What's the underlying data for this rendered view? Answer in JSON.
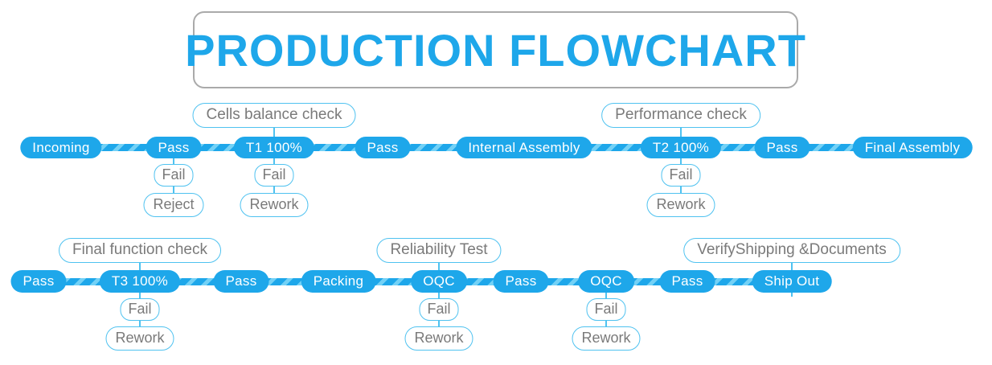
{
  "title": "PRODUCTION FLOWCHART",
  "colors": {
    "node_blue": "#1EA7EA",
    "stripe_blue": "#73D1F6",
    "outline_blue": "#4FC2F0",
    "text_gray": "#7A7A7A",
    "title_border": "#AAAAAA"
  },
  "rows": [
    {
      "nodes": [
        {
          "label": "Incoming"
        },
        {
          "label": "Pass",
          "fail_chain": [
            "Fail",
            "Reject"
          ]
        },
        {
          "label": "T1 100%",
          "annotation": "Cells balance check",
          "fail_chain": [
            "Fail",
            "Rework"
          ]
        },
        {
          "label": "Pass"
        },
        {
          "label": "Internal Assembly"
        },
        {
          "label": "T2 100%",
          "annotation": "Performance check",
          "fail_chain": [
            "Fail",
            "Rework"
          ]
        },
        {
          "label": "Pass"
        },
        {
          "label": "Final Assembly"
        }
      ]
    },
    {
      "nodes": [
        {
          "label": "Pass"
        },
        {
          "label": "T3 100%",
          "annotation": "Final function check",
          "fail_chain": [
            "Fail",
            "Rework"
          ]
        },
        {
          "label": "Pass"
        },
        {
          "label": "Packing"
        },
        {
          "label": "OQC",
          "annotation": "Reliability Test",
          "fail_chain": [
            "Fail",
            "Rework"
          ]
        },
        {
          "label": "Pass"
        },
        {
          "label": "OQC",
          "fail_chain": [
            "Fail",
            "Rework"
          ]
        },
        {
          "label": "Pass"
        },
        {
          "label": "Ship Out",
          "annotation": "VerifyShipping &Documents"
        }
      ]
    }
  ]
}
